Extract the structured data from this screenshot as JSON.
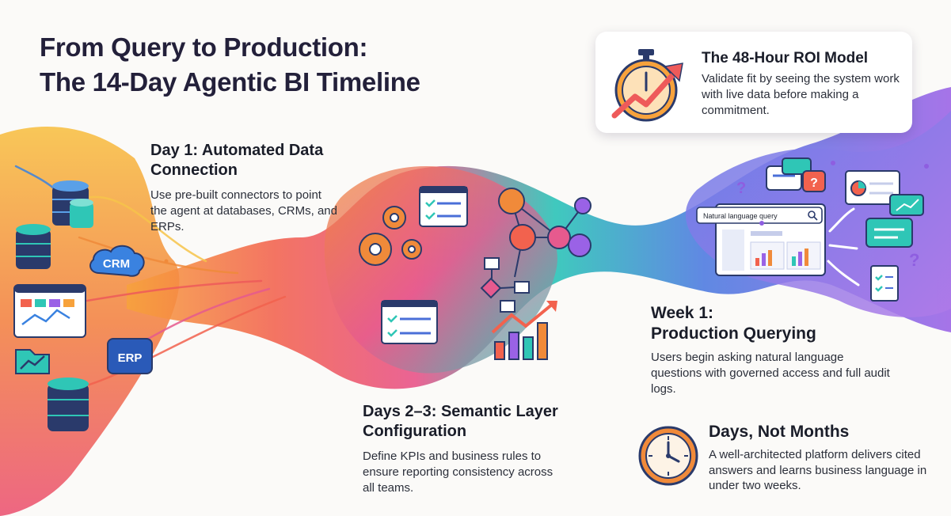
{
  "title": {
    "line1": "From Query to Production:",
    "line2": "The 14-Day Agentic BI Timeline"
  },
  "roi_card": {
    "heading": "The 48-Hour ROI Model",
    "body": "Validate fit by seeing the system work with live data before making a commitment.",
    "icon": "stopwatch-growth-icon"
  },
  "day1": {
    "heading": "Day 1: Automated Data Connection",
    "body": "Use pre-built connectors to point the agent at databases, CRMs, and ERPs."
  },
  "days23": {
    "heading": "Days 2–3: Semantic Layer Configuration",
    "body": "Define KPIs and business rules to ensure reporting consistency across all teams."
  },
  "week1": {
    "heading_line1": "Week 1:",
    "heading_line2": "Production Querying",
    "body": "Users begin asking natural language questions with governed access and full audit logs."
  },
  "days_not_months": {
    "heading": "Days, Not Months",
    "body": "A well-architected platform delivers cited answers and learns business language in under two weeks.",
    "icon": "clock-icon"
  },
  "illustration": {
    "crm_label": "CRM",
    "erp_label": "ERP",
    "search_placeholder": "Natural language query",
    "question_mark": "?"
  },
  "colors": {
    "orange": "#f59a4a",
    "red": "#ee5a5a",
    "pink": "#e65a8e",
    "teal": "#2fc6b6",
    "blue": "#4a6fd8",
    "purple": "#8e5ee0",
    "navy": "#2a3a6b"
  }
}
